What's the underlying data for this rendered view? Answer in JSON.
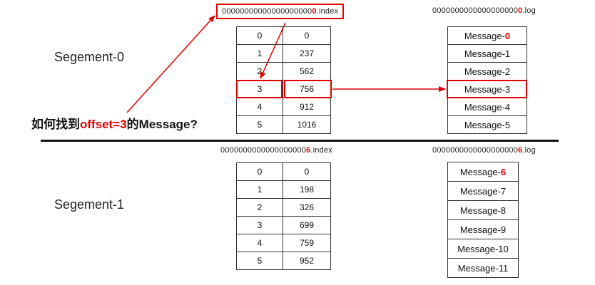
{
  "segments": [
    {
      "label": "Segement-0",
      "index_file": {
        "prefix": "00000000000000000000",
        "highlight": "0",
        "suffix": ".index"
      },
      "log_file": {
        "prefix": "0000000000000000000",
        "highlight": "0",
        "suffix": ".log"
      },
      "index_rows": [
        {
          "offset": "0",
          "position": "0"
        },
        {
          "offset": "1",
          "position": "237"
        },
        {
          "offset": "2",
          "position": "562"
        },
        {
          "offset": "3",
          "position": "756"
        },
        {
          "offset": "4",
          "position": "912"
        },
        {
          "offset": "5",
          "position": "1016"
        }
      ],
      "messages": [
        {
          "prefix": "Message-",
          "num": "0",
          "red": true
        },
        {
          "prefix": "Message-",
          "num": "1",
          "red": false
        },
        {
          "prefix": "Message-",
          "num": "2",
          "red": false
        },
        {
          "prefix": "Message-",
          "num": "3",
          "red": false
        },
        {
          "prefix": "Message-",
          "num": "4",
          "red": false
        },
        {
          "prefix": "Message-",
          "num": "5",
          "red": false
        }
      ]
    },
    {
      "label": "Segement-1",
      "index_file": {
        "prefix": "0000000000000000000",
        "highlight": "6",
        "suffix": ".index"
      },
      "log_file": {
        "prefix": "0000000000000000000",
        "highlight": "6",
        "suffix": ".log"
      },
      "index_rows": [
        {
          "offset": "0",
          "position": "0"
        },
        {
          "offset": "1",
          "position": "198"
        },
        {
          "offset": "2",
          "position": "326"
        },
        {
          "offset": "3",
          "position": "699"
        },
        {
          "offset": "4",
          "position": "759"
        },
        {
          "offset": "5",
          "position": "952"
        }
      ],
      "messages": [
        {
          "prefix": "Message-",
          "num": "6",
          "red": true
        },
        {
          "prefix": "Message-",
          "num": "7",
          "red": false
        },
        {
          "prefix": "Message-",
          "num": "8",
          "red": false
        },
        {
          "prefix": "Message-",
          "num": "9",
          "red": false
        },
        {
          "prefix": "Message-",
          "num": "10",
          "red": false
        },
        {
          "prefix": "Message-",
          "num": "11",
          "red": false
        }
      ]
    }
  ],
  "question": {
    "before": "如何找到",
    "highlight": "offset=3",
    "after": "的Message?"
  },
  "colors": {
    "accent": "#e00000",
    "border": "#333333",
    "divider": "#111111"
  }
}
